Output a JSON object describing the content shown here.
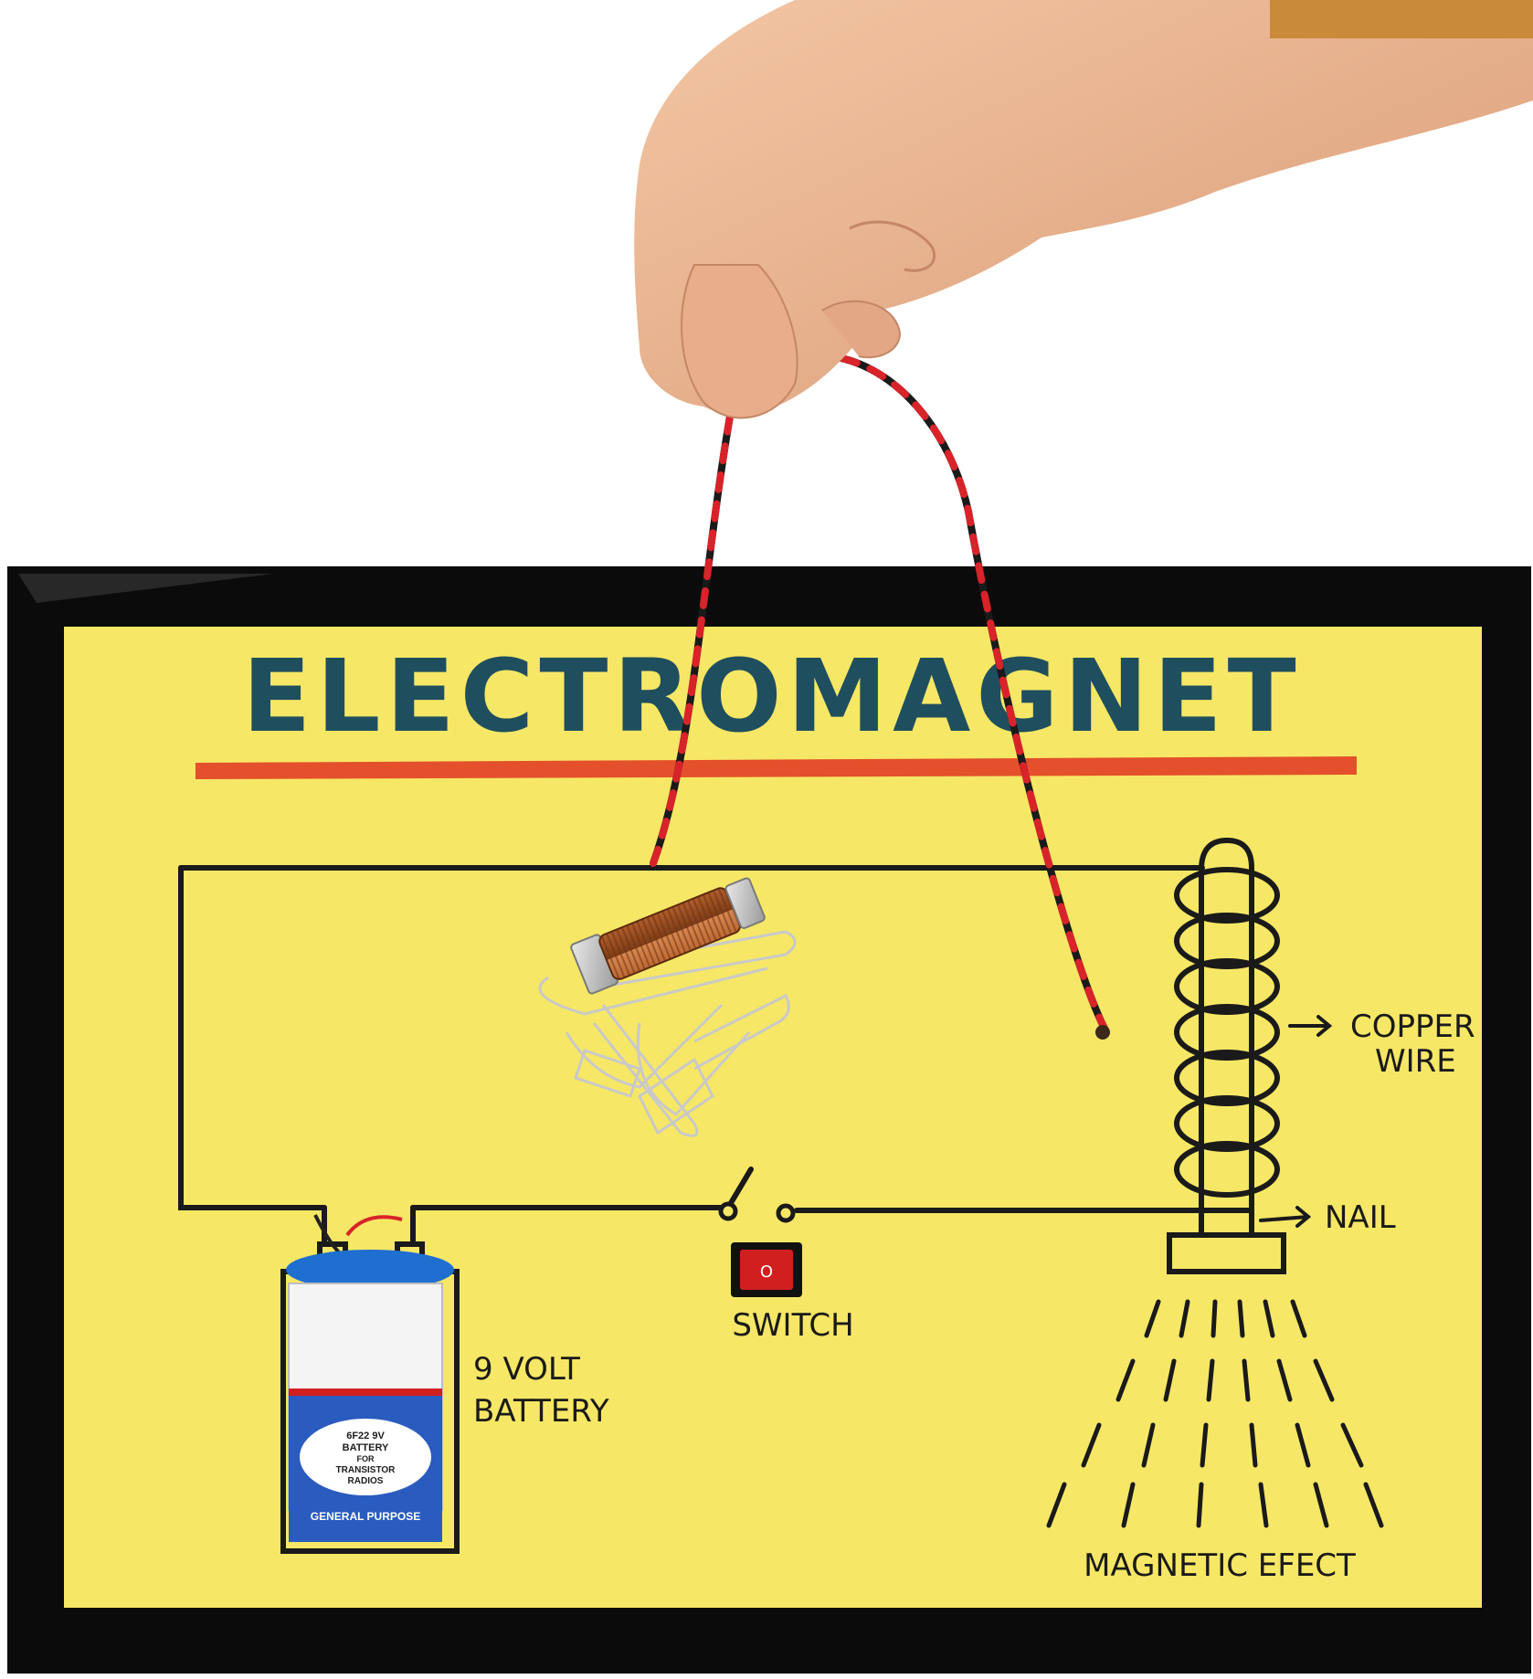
{
  "board": {
    "title": "ELECTROMAGNET",
    "labels": {
      "copper_wire_line1": "COPPER",
      "copper_wire_line2": "WIRE",
      "nail": "NAIL",
      "switch": "SWITCH",
      "battery_line1": "9 VOLT",
      "battery_line2": "BATTERY",
      "magnetic_effect": "MAGNETIC EFECT"
    }
  },
  "battery": {
    "oval_line1": "6F22 9V",
    "oval_line2": "BATTERY",
    "oval_line3": "FOR",
    "oval_line4": "TRANSISTOR",
    "oval_line5": "RADIOS",
    "band_text": "GENERAL PURPOSE"
  },
  "switch_component": {
    "symbol": "O"
  },
  "colors": {
    "frame": "#0b0b0b",
    "paper": "#f6e766",
    "title_ink": "#1f4f5e",
    "underline": "#e4502b",
    "ink": "#1a1a1a",
    "wire_red": "#d8232a",
    "copper": "#b8622e",
    "battery_blue": "#2a5bbf",
    "switch_red": "#d11f1f"
  }
}
